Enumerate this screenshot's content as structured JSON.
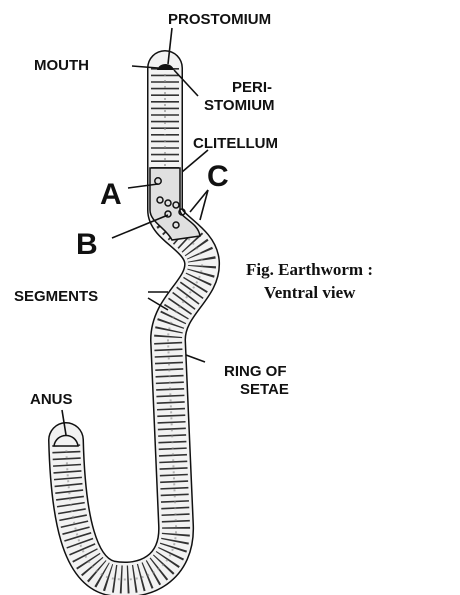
{
  "labels": {
    "prostomium": "PROSTOMIUM",
    "mouth": "MOUTH",
    "peristomium_line1": "PERI-",
    "peristomium_line2": "STOMIUM",
    "clitellum": "CLITELLUM",
    "a": "A",
    "b": "B",
    "c": "C",
    "segments": "SEGMENTS",
    "ring_of_setae_line1": "RING OF",
    "ring_of_setae_line2": "SETAE",
    "anus": "ANUS"
  },
  "caption": {
    "line1": "Fig.  Earthworm :",
    "line2": "Ventral view"
  },
  "colors": {
    "ink": "#111111",
    "body": "#f2f2f2",
    "clitellum": "#e0e0e0"
  }
}
